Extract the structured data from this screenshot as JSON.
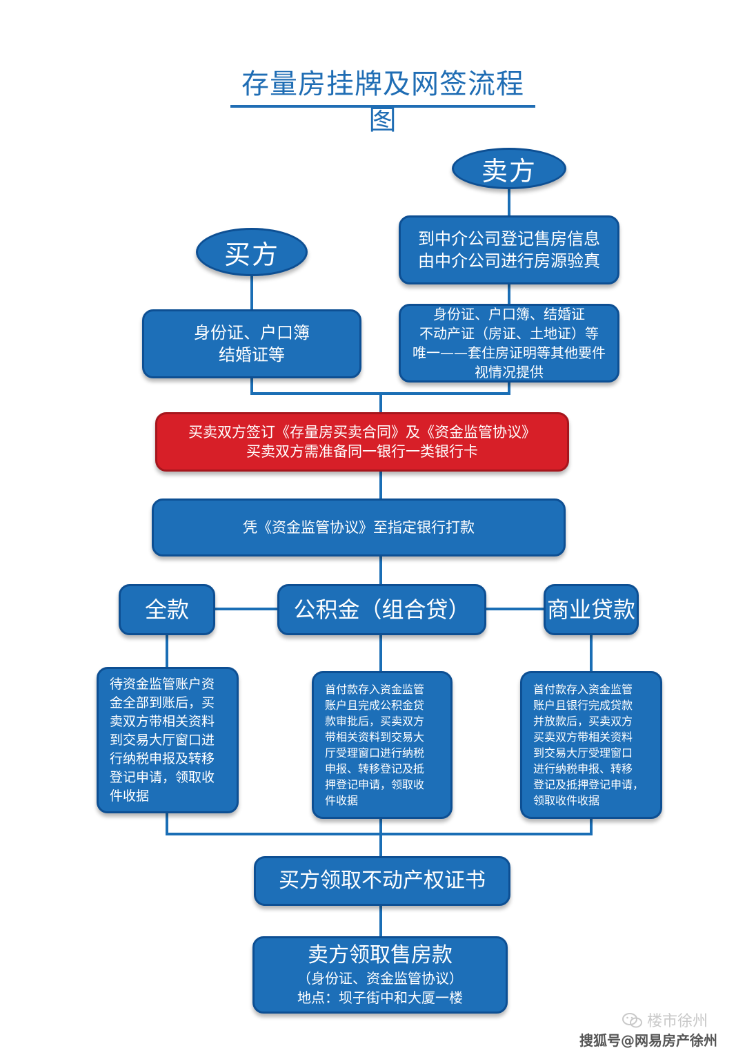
{
  "title": "存量房挂牌及网签流程图",
  "seller": {
    "label": "卖方",
    "step1": [
      "到中介公司登记售房信息",
      "由中介公司进行房源验真"
    ],
    "docs": [
      "身份证、户口簿、结婚证",
      "不动产证（房证、土地证）等",
      "唯一——套住房证明等其他要件",
      "视情况提供"
    ]
  },
  "buyer": {
    "label": "买方",
    "docs": [
      "身份证、户口簿",
      "结婚证等"
    ]
  },
  "contract": [
    "买卖双方签订《存量房买卖合同》及《资金监管协议》",
    "买卖双方需准备同一银行一类银行卡"
  ],
  "payment": "凭《资金监管协议》至指定银行打款",
  "branches": {
    "full": {
      "label": "全款",
      "desc": [
        "待资金监管账户资",
        "金全部到账后，买",
        "卖双方带相关资料",
        "到交易大厅窗口进",
        "行纳税申报及转移",
        "登记申请，领取收",
        "件收据"
      ]
    },
    "fund": {
      "label": "公积金（组合贷）",
      "desc": [
        "首付款存入资金监管",
        "账户且完成公积金贷",
        "款审批后，买卖双方",
        "带相关资料到交易大",
        "厅受理窗口进行纳税",
        "申报、转移登记及抵",
        "押登记申请，领取收",
        "件收据"
      ]
    },
    "commercial": {
      "label": "商业贷款",
      "desc": [
        "首付款存入资金监管",
        "账户且银行完成贷款",
        "并放款后，买卖双方",
        "买卖双方带相关资料",
        "到交易大厅受理窗口",
        "进行纳税申报、转移",
        "登记及抵押登记申请，",
        "领取收件收据"
      ]
    }
  },
  "certificate": "买方领取不动产权证书",
  "final": {
    "title": "卖方领取售房款",
    "line1": "（身份证、资金监管协议）",
    "line2": "地点：坝子街中和大厦一楼"
  },
  "watermark": {
    "account": "楼市徐州",
    "source": "搜狐号@网易房产徐州"
  },
  "colors": {
    "box_blue": "#1d6fb8",
    "contract_red": "#d71f28",
    "title_blue": "#1f6db4"
  }
}
